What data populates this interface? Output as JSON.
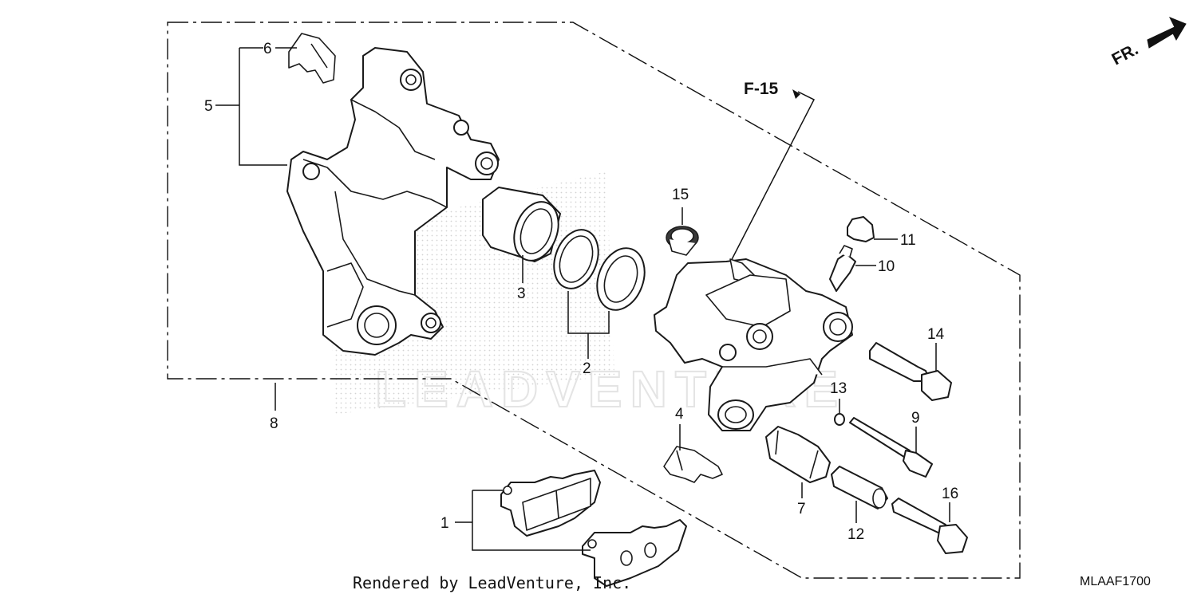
{
  "callouts": {
    "c1": "1",
    "c2": "2",
    "c3": "3",
    "c4": "4",
    "c5": "5",
    "c6": "6",
    "c7": "7",
    "c8": "8",
    "c9": "9",
    "c10": "10",
    "c11": "11",
    "c12": "12",
    "c13": "13",
    "c14": "14",
    "c15": "15",
    "c16": "16"
  },
  "reference": "F-15",
  "direction": "FR.",
  "watermark": "LEADVENTURE",
  "footer": "Rendered by LeadVenture, Inc.",
  "diagram_code": "MLAAF1700"
}
